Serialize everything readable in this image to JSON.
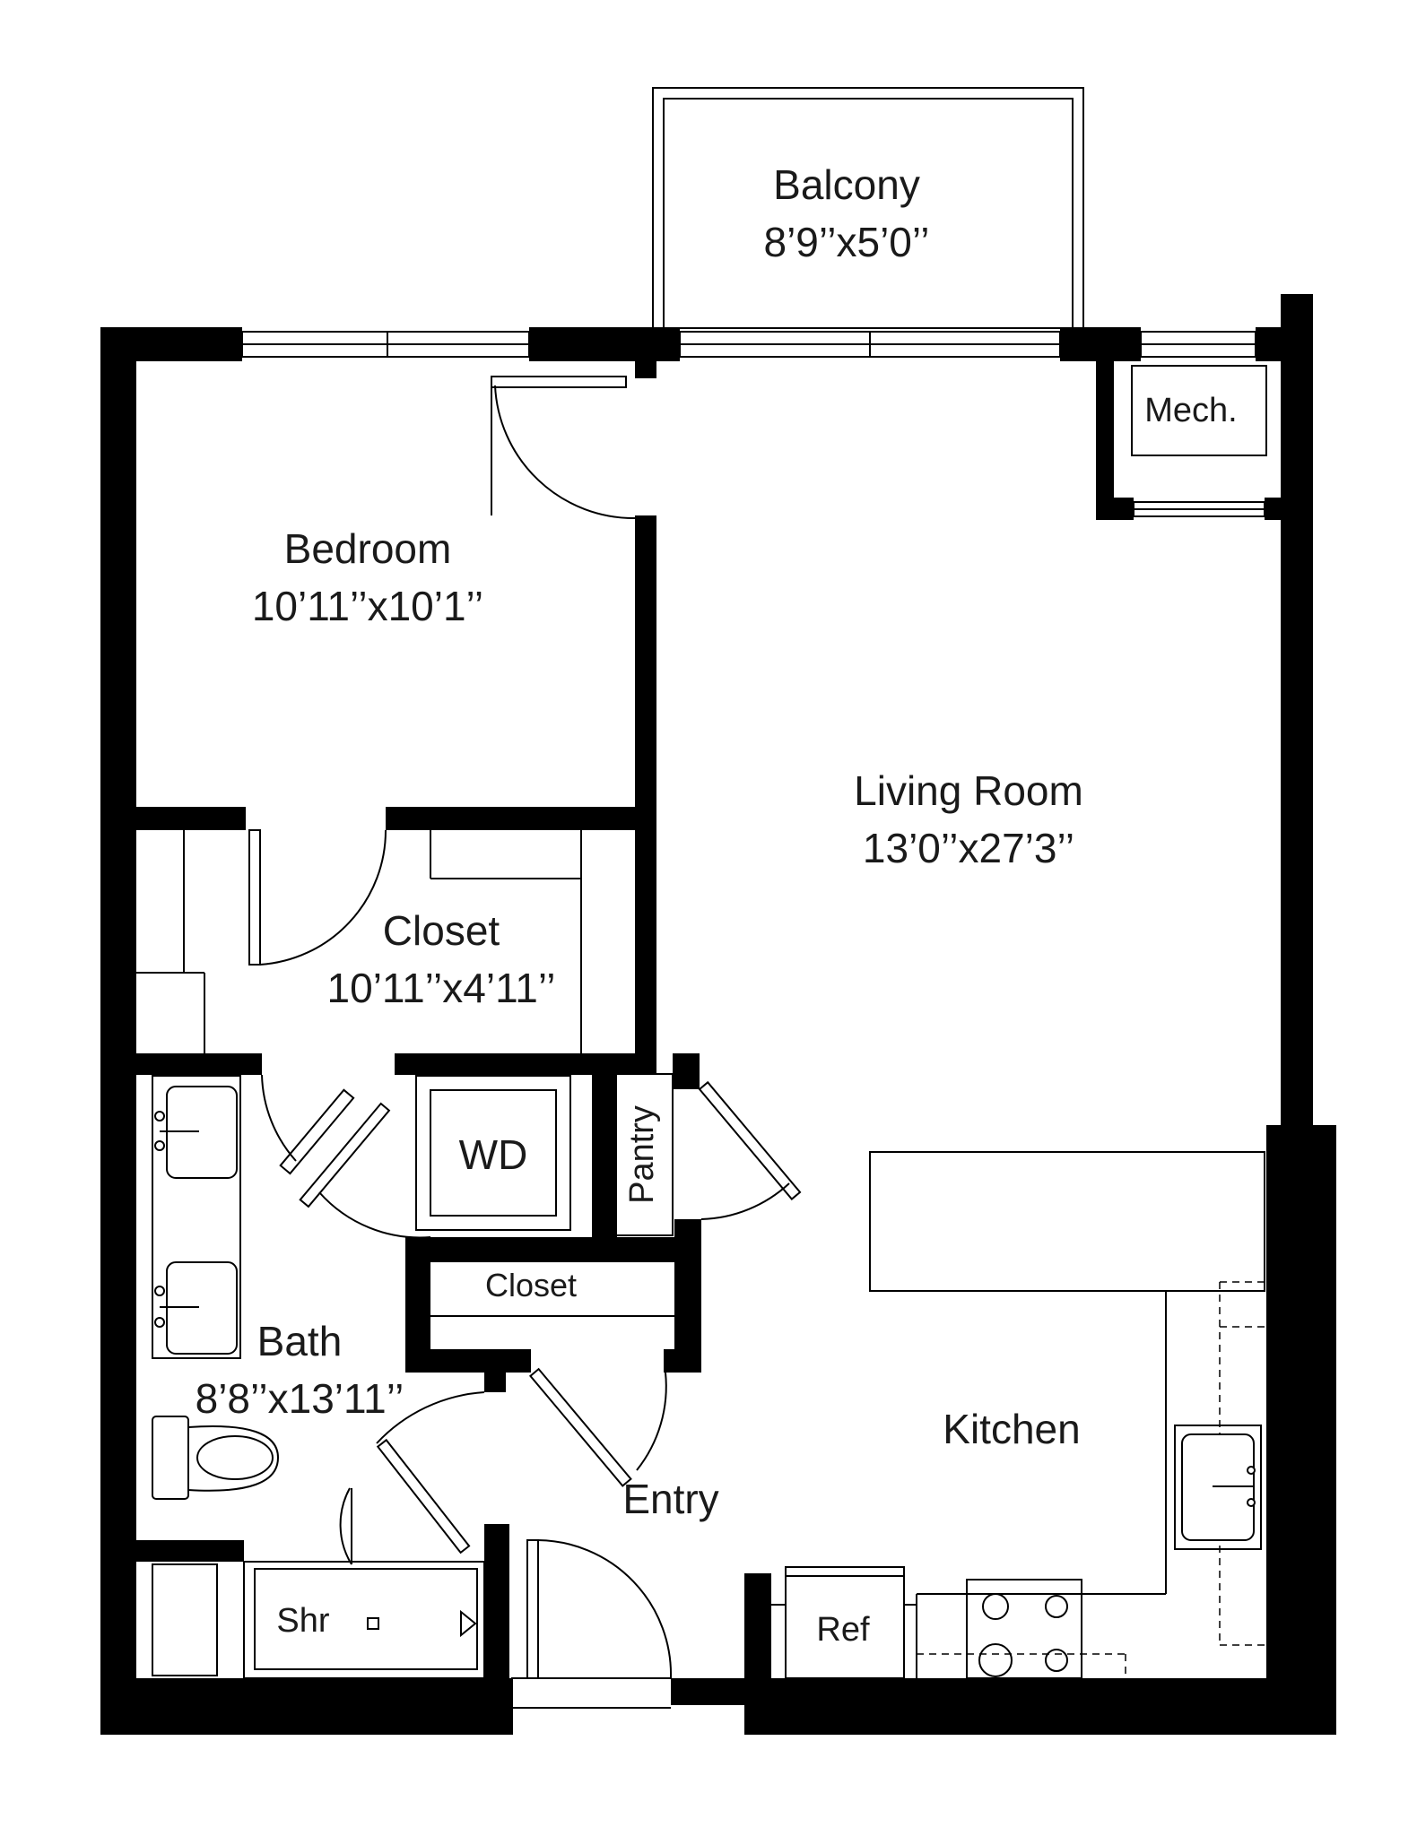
{
  "rooms": {
    "balcony": {
      "name": "Balcony",
      "size": "8’9’’x5’0’’"
    },
    "mech": {
      "name": "Mech."
    },
    "bedroom": {
      "name": "Bedroom",
      "size": "10’11’’x10’1’’"
    },
    "living": {
      "name": "Living Room",
      "size": "13’0’’x27’3’’"
    },
    "closet": {
      "name": "Closet",
      "size": "10’11’’x4’11’’"
    },
    "wd": {
      "name": "WD"
    },
    "pantry": {
      "name": "Pantry"
    },
    "closet2": {
      "name": "Closet"
    },
    "bath": {
      "name": "Bath",
      "size": "8’8’’x13’11’’"
    },
    "kitchen": {
      "name": "Kitchen"
    },
    "entry": {
      "name": "Entry"
    },
    "ref": {
      "name": "Ref"
    },
    "shower": {
      "name": "Shr"
    }
  }
}
